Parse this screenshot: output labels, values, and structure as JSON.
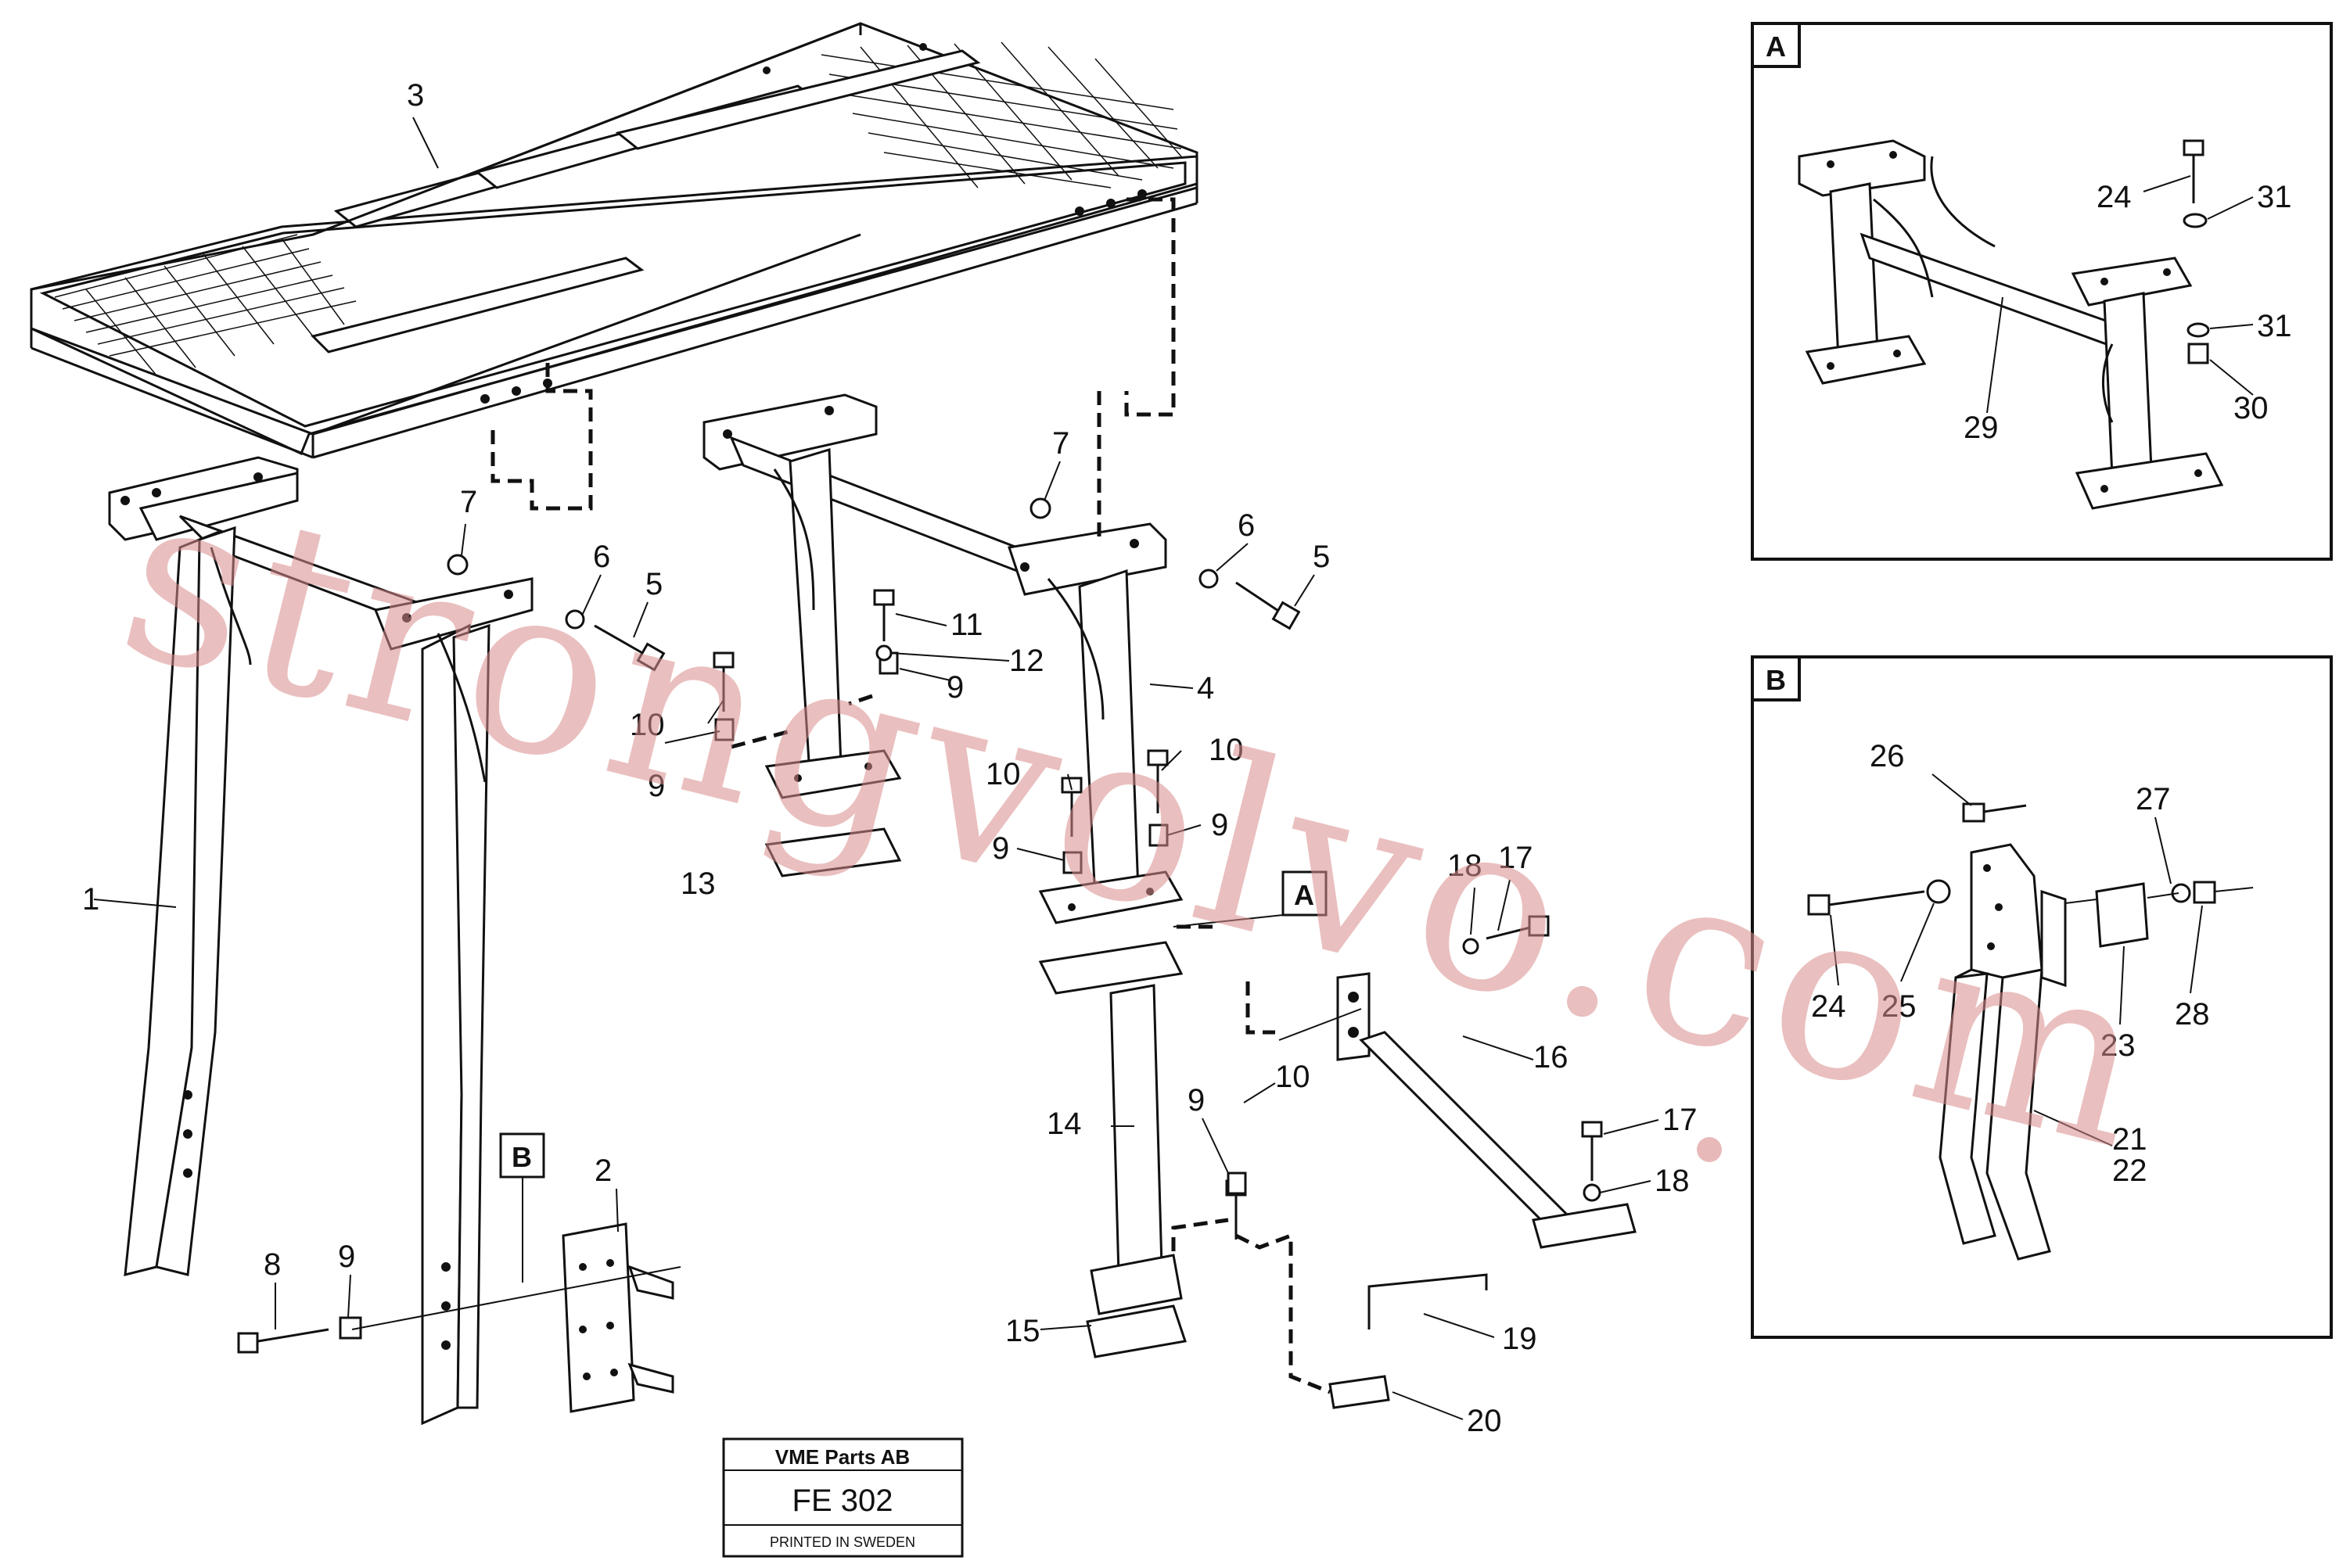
{
  "watermark": "strongvolvo.com",
  "stamp": {
    "company": "VME Parts AB",
    "code": "FE 302",
    "note": "PRINTED IN SWEDEN"
  },
  "detail_a": {
    "label": "A",
    "callouts": [
      "24",
      "31",
      "31",
      "29",
      "30"
    ]
  },
  "detail_b": {
    "label": "B",
    "callouts": [
      "26",
      "27",
      "24",
      "25",
      "23",
      "28",
      "21",
      "22"
    ]
  },
  "main_callouts": [
    "3",
    "7",
    "6",
    "5",
    "7",
    "6",
    "5",
    "11",
    "12",
    "9",
    "10",
    "9",
    "4",
    "10",
    "10",
    "9",
    "9",
    "13",
    "1",
    "18",
    "17",
    "16",
    "17",
    "18",
    "14",
    "9",
    "10",
    "2",
    "8",
    "9",
    "15",
    "19",
    "20"
  ],
  "ref_flags": {
    "a": "A",
    "b": "B"
  }
}
